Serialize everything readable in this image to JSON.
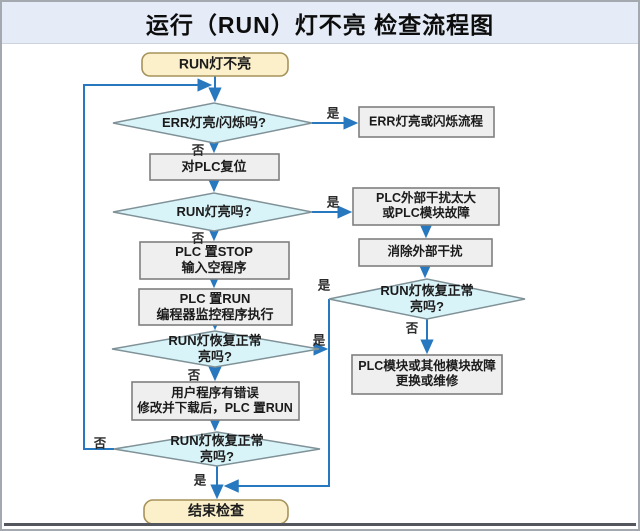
{
  "title": "运行（RUN）灯不亮 检查流程图",
  "branch_labels": {
    "yes": "是",
    "no": "否"
  },
  "nodes": {
    "start": "RUN灯不亮",
    "check_err_light": "ERR灯亮/闪烁吗?",
    "err_flow": "ERR灯亮或闪烁流程",
    "plc_reset": "对PLC复位",
    "check_run_light": "RUN灯亮吗?",
    "interference": "PLC外部干扰太大\n或PLC模块故障",
    "eliminate_interference": "消除外部干扰",
    "check_recover_right": "RUN灯恢复正常\n亮吗?",
    "module_fault": "PLC模块或其他模块故障\n更换或维修",
    "plc_stop": "PLC 置STOP\n输入空程序",
    "plc_run": "PLC 置RUN\n编程器监控程序执行",
    "check_recover_mid": "RUN灯恢复正常\n亮吗?",
    "user_program": "用户程序有错误\n修改并下载后，PLC 置RUN",
    "check_recover_bottom": "RUN灯恢复正常\n亮吗?",
    "end": "结束检查"
  },
  "colors": {
    "title_band": "#E5ECF7",
    "arrow_blue": "#2878C0",
    "diamond_fill": "#D9F4F9",
    "process_fill": "#EFEFEF",
    "terminal_fill": "#FCF0CA",
    "terminal_border": "#A6935A",
    "bottom_rule": "#53565C"
  }
}
